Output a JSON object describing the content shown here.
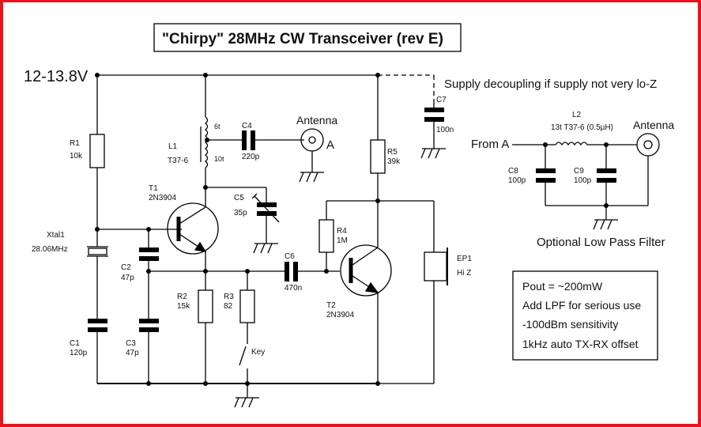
{
  "title": "\"Chirpy\" 28MHz CW Transceiver (rev E)",
  "supply_label": "12-13.8V",
  "decoupling_note": "Supply decoupling if supply not very lo-Z",
  "lpf_caption": "Optional Low Pass Filter",
  "from_a_label": "From A",
  "antenna_label": "Antenna",
  "antenna_marker": "A",
  "key_label": "Key",
  "components": {
    "R1": {
      "ref": "R1",
      "value": "10k"
    },
    "R2": {
      "ref": "R2",
      "value": "15k"
    },
    "R3": {
      "ref": "R3",
      "value": "82"
    },
    "R4": {
      "ref": "R4",
      "value": "1M"
    },
    "R5": {
      "ref": "R5",
      "value": "39k"
    },
    "C1": {
      "ref": "C1",
      "value": "120p"
    },
    "C2": {
      "ref": "C2",
      "value": "47p"
    },
    "C3": {
      "ref": "C3",
      "value": "47p"
    },
    "C4": {
      "ref": "C4",
      "value": "220p"
    },
    "C5": {
      "ref": "C5",
      "value": "35p"
    },
    "C6": {
      "ref": "C6",
      "value": "470n"
    },
    "C7": {
      "ref": "C7",
      "value": "100n"
    },
    "C8": {
      "ref": "C8",
      "value": "100p"
    },
    "C9": {
      "ref": "C9",
      "value": "100p"
    },
    "L1": {
      "ref": "L1",
      "value": "T37-6",
      "tap_upper": "6t",
      "tap_lower": "10t"
    },
    "L2": {
      "ref": "L2",
      "value": "13t T37-6 (0.5µH)"
    },
    "T1": {
      "ref": "T1",
      "value": "2N3904"
    },
    "T2": {
      "ref": "T2",
      "value": "2N3904"
    },
    "Xtal1": {
      "ref": "Xtal1",
      "value": "28.06MHz"
    },
    "EP1": {
      "ref": "EP1",
      "value": "Hi Z"
    }
  },
  "specs": [
    "Pout = ~200mW",
    "Add LPF for serious use",
    "-100dBm sensitivity",
    "1kHz auto TX-RX offset"
  ]
}
